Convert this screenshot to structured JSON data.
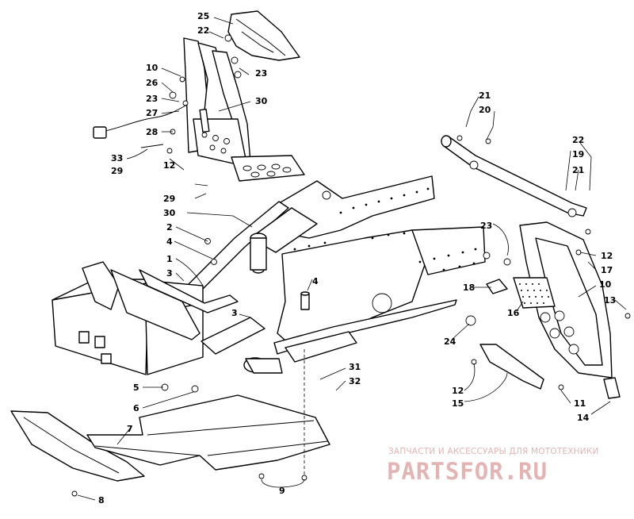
{
  "callouts": {
    "c1": "1",
    "c2": "2",
    "c3": "3",
    "c3b": "3",
    "c4": "4",
    "c4b": "4",
    "c5": "5",
    "c6": "6",
    "c7": "7",
    "c8": "8",
    "c9": "9",
    "c10": "10",
    "c10b": "10",
    "c11": "11",
    "c12a": "12",
    "c12b": "12",
    "c12c": "12",
    "c13": "13",
    "c14": "14",
    "c15": "15",
    "c16": "16",
    "c17": "17",
    "c18": "18",
    "c19": "19",
    "c20": "20",
    "c21a": "21",
    "c21b": "21",
    "c22a": "22",
    "c22b": "22",
    "c23a": "23",
    "c23b": "23",
    "c23c": "23",
    "c24": "24",
    "c25": "25",
    "c26": "26",
    "c27": "27",
    "c28": "28",
    "c29a": "29",
    "c29b": "29",
    "c30a": "30",
    "c30b": "30",
    "c31": "31",
    "c32": "32",
    "c33": "33"
  },
  "watermark": {
    "tagline": "ЗАПЧАСТИ И АКСЕССУАРЫ ДЛЯ МОТОТЕХНИКИ",
    "logo": "PARTSFOR.RU"
  }
}
